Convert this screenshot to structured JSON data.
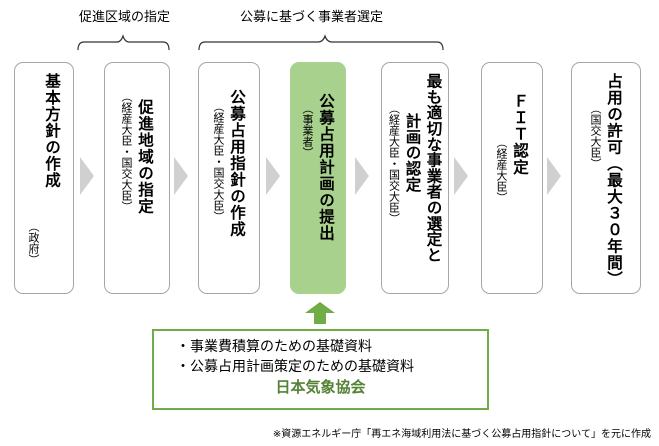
{
  "sections": {
    "area_designation": "促進区域の指定",
    "public_selection": "公募に基づく事業者選定"
  },
  "steps": [
    {
      "title": "基本方針の作成",
      "sub": "（政府）",
      "highlight": false
    },
    {
      "title": "促進地域の指定",
      "sub": "（経産大臣・国交大臣）",
      "highlight": false
    },
    {
      "title": "公募占用指針の作成",
      "sub": "（経産大臣・国交大臣）",
      "highlight": false
    },
    {
      "title": "公募占用計画の提出",
      "sub": "（事業者）",
      "highlight": true
    },
    {
      "title_lines": [
        "最も適切な事業者の選定と",
        "計画の認定"
      ],
      "sub": "（経産大臣・国交大臣）",
      "highlight": false
    },
    {
      "title": "ＦＩＴ認定",
      "sub": "（経産大臣）",
      "highlight": false
    },
    {
      "title": "占用の許可（最大３０年間）",
      "sub": "（国交大臣）",
      "highlight": false
    }
  ],
  "resources": {
    "items": [
      "・事業費積算のための基礎資料",
      "・公募占用計画策定のための基礎資料"
    ],
    "organization": "日本気象協会"
  },
  "source_note": "※資源エネルギー庁「再エネ海域利用法に基づく公募占用指針について」を元に作成",
  "colors": {
    "highlight": "#a9d18e",
    "accent_green": "#70ad47",
    "org_text": "#548235",
    "border": "#a6a6a6",
    "chevron": "#d0d0d0"
  }
}
